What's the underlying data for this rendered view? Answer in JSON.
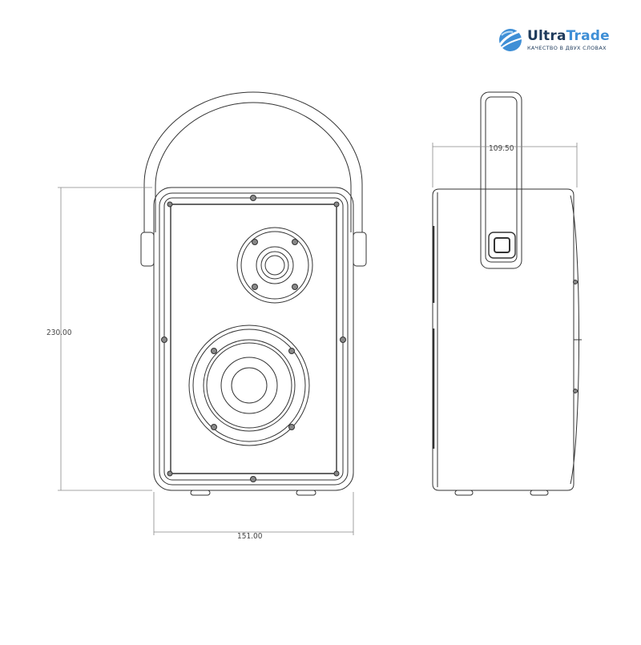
{
  "brand": {
    "name_part1": "Ultra",
    "name_part2": "Trade",
    "tagline": "КАЧЕСТВО В ДВУХ СЛОВАХ",
    "colors": {
      "dark": "#1f3b5c",
      "accent": "#3f8fd6"
    },
    "icon": "globe-logo-icon"
  },
  "drawing": {
    "views": [
      "front-view",
      "side-view"
    ],
    "line_color": "#333333",
    "dimensions": {
      "height_label": "230.00",
      "width_label": "151.00",
      "depth_label": "109.50"
    }
  }
}
